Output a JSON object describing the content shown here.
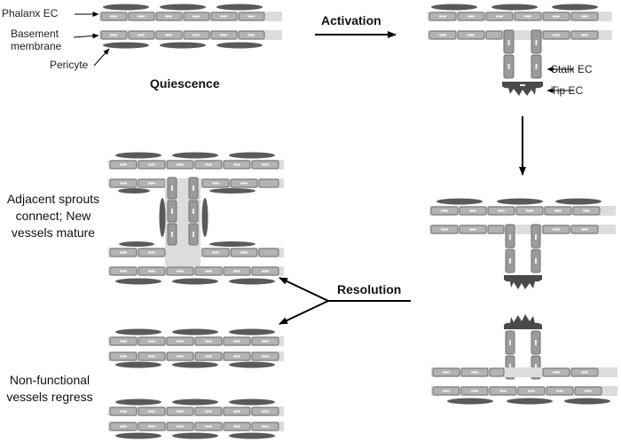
{
  "labels": {
    "phalanx_ec": "Phalanx EC",
    "basement_membrane_l1": "Basement",
    "basement_membrane_l2": "membrane",
    "pericyte": "Pericyte",
    "quiescence": "Quiescence",
    "activation": "Activation",
    "stalk_ec": "Stalk EC",
    "tip_ec": "Tip EC",
    "resolution": "Resolution",
    "mature_l1": "Adjacent sprouts",
    "mature_l2": "connect; New",
    "mature_l3": "vessels mature",
    "regress_l1": "Non-functional",
    "regress_l2": "vessels regress"
  },
  "colors": {
    "cell_fill": "#b3b3b3",
    "cell_stroke": "#6f6f6f",
    "membrane": "#d9d9d9",
    "pericyte": "#5a5a5a",
    "tip_cell": "#4a4a4a",
    "nucleus": "#eeeeee",
    "arrow": "#000000"
  }
}
